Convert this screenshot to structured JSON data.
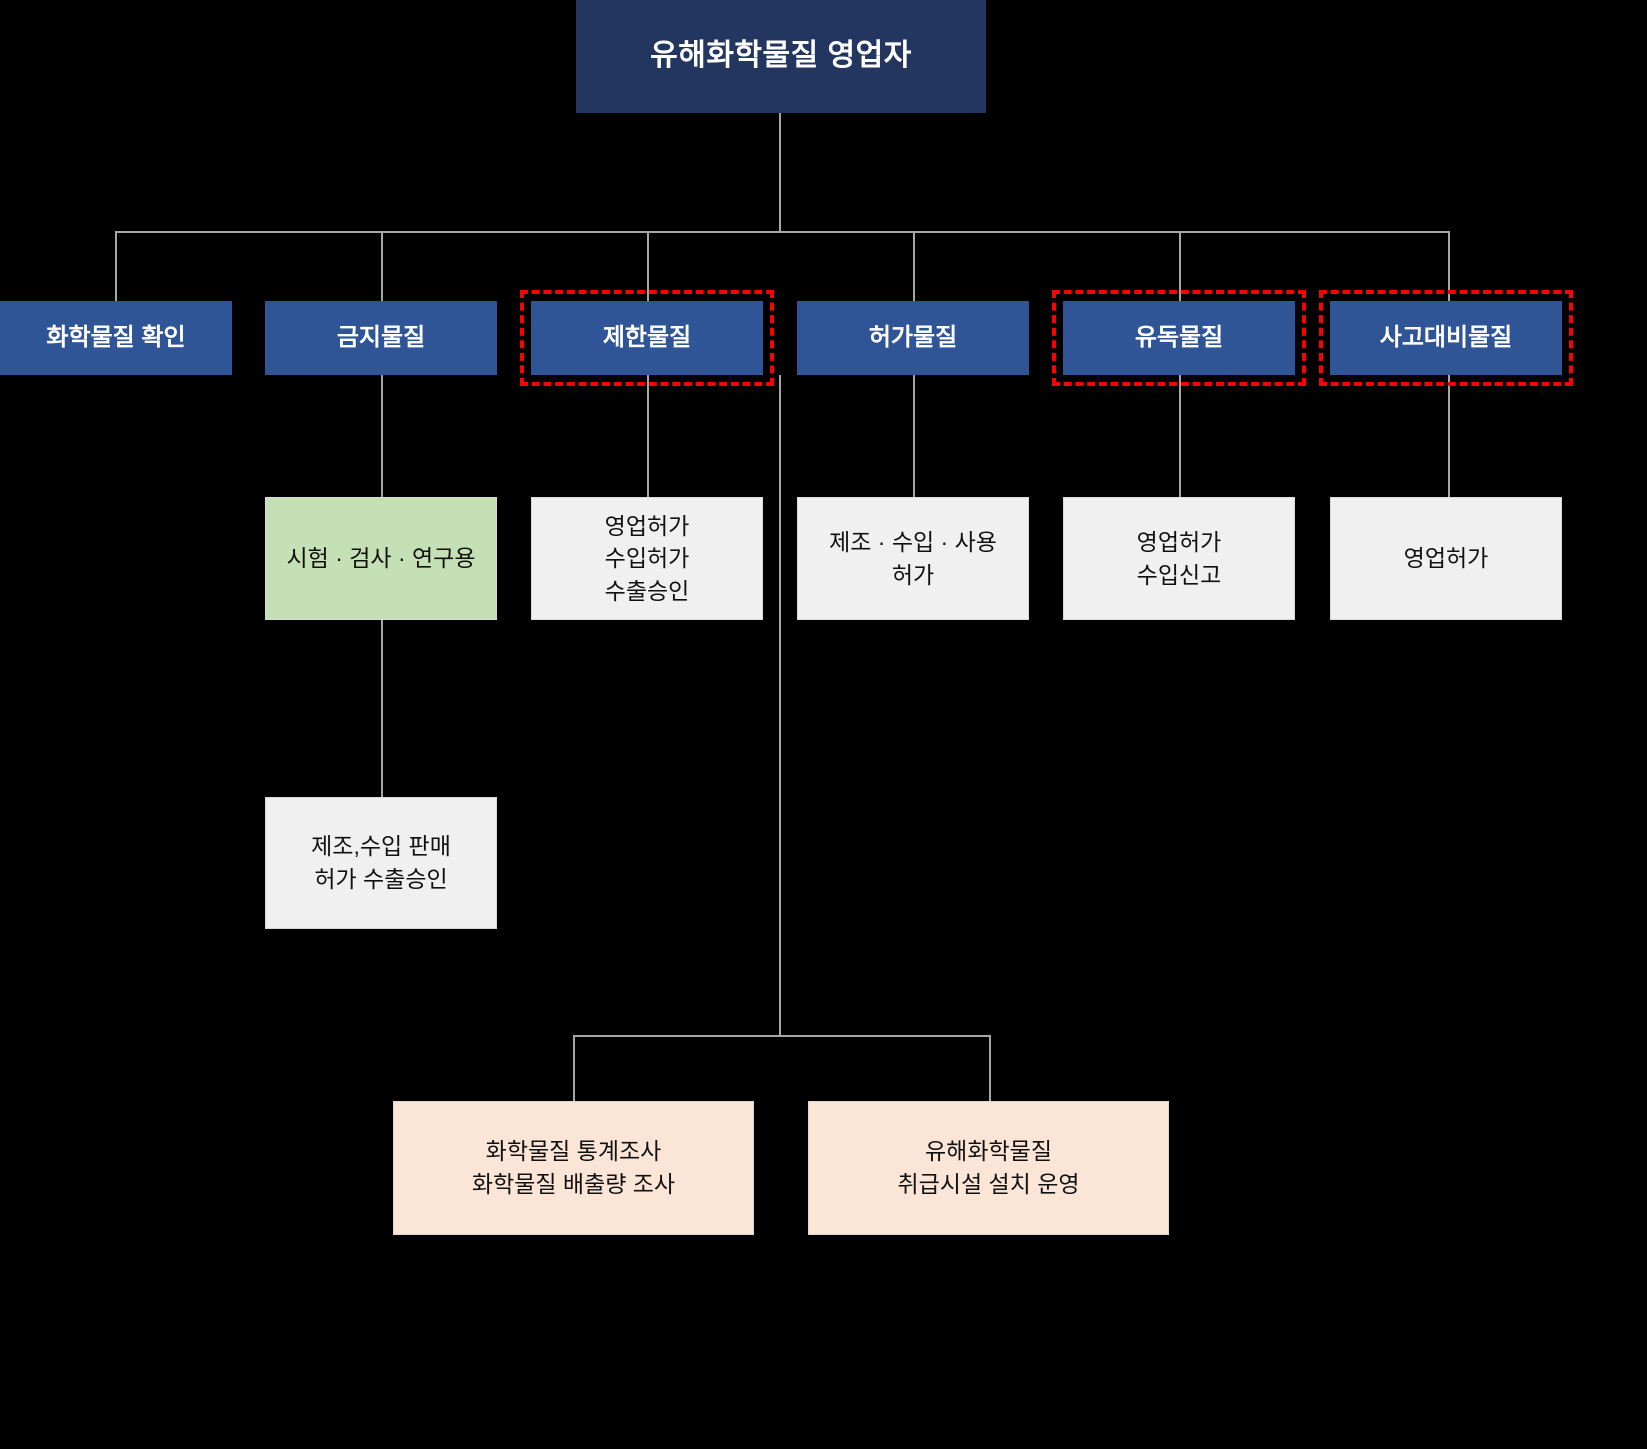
{
  "diagram": {
    "title": "유해화학물질 영업자",
    "background_color": "#000000",
    "colors": {
      "root": "#23365f",
      "category": "#2f5597",
      "leaf_gray": "#f0f0f0",
      "leaf_green": "#c5e0b4",
      "leaf_peach": "#fbe5d6",
      "highlight_dash": "#ff0000",
      "connector": "#a6a6a6",
      "text_light": "#ffffff",
      "text_dark": "#111111"
    }
  },
  "root": {
    "label": "유해화학물질 영업자"
  },
  "categories": [
    {
      "id": "chem-confirm",
      "label": "화학물질 확인",
      "highlighted": false
    },
    {
      "id": "banned",
      "label": "금지물질",
      "highlighted": false
    },
    {
      "id": "restricted",
      "label": "제한물질",
      "highlighted": true
    },
    {
      "id": "permitted",
      "label": "허가물질",
      "highlighted": false
    },
    {
      "id": "toxic",
      "label": "유독물질",
      "highlighted": true
    },
    {
      "id": "accident-prep",
      "label": "사고대비물질",
      "highlighted": true
    }
  ],
  "leaves": {
    "banned_research": {
      "lines": [
        "시험 · 검사 · 연구용"
      ],
      "style": "green"
    },
    "banned_manufacture": {
      "lines": [
        "제조,수입 판매",
        "허가 수출승인"
      ],
      "style": "gray"
    },
    "restricted_permit": {
      "lines": [
        "영업허가",
        "수입허가",
        "수출승인"
      ],
      "style": "gray"
    },
    "permitted_permit": {
      "lines": [
        "제조 · 수입 · 사용",
        "허가"
      ],
      "style": "gray"
    },
    "toxic_permit": {
      "lines": [
        "영업허가",
        "수입신고"
      ],
      "style": "gray"
    },
    "accident_permit": {
      "lines": [
        "영업허가"
      ],
      "style": "gray"
    },
    "statistics": {
      "lines": [
        "화학물질 통계조사",
        "화학물질 배출량 조사"
      ],
      "style": "peach"
    },
    "facility": {
      "lines": [
        "유해화학물질",
        "취급시설 설치 운영"
      ],
      "style": "peach"
    }
  }
}
